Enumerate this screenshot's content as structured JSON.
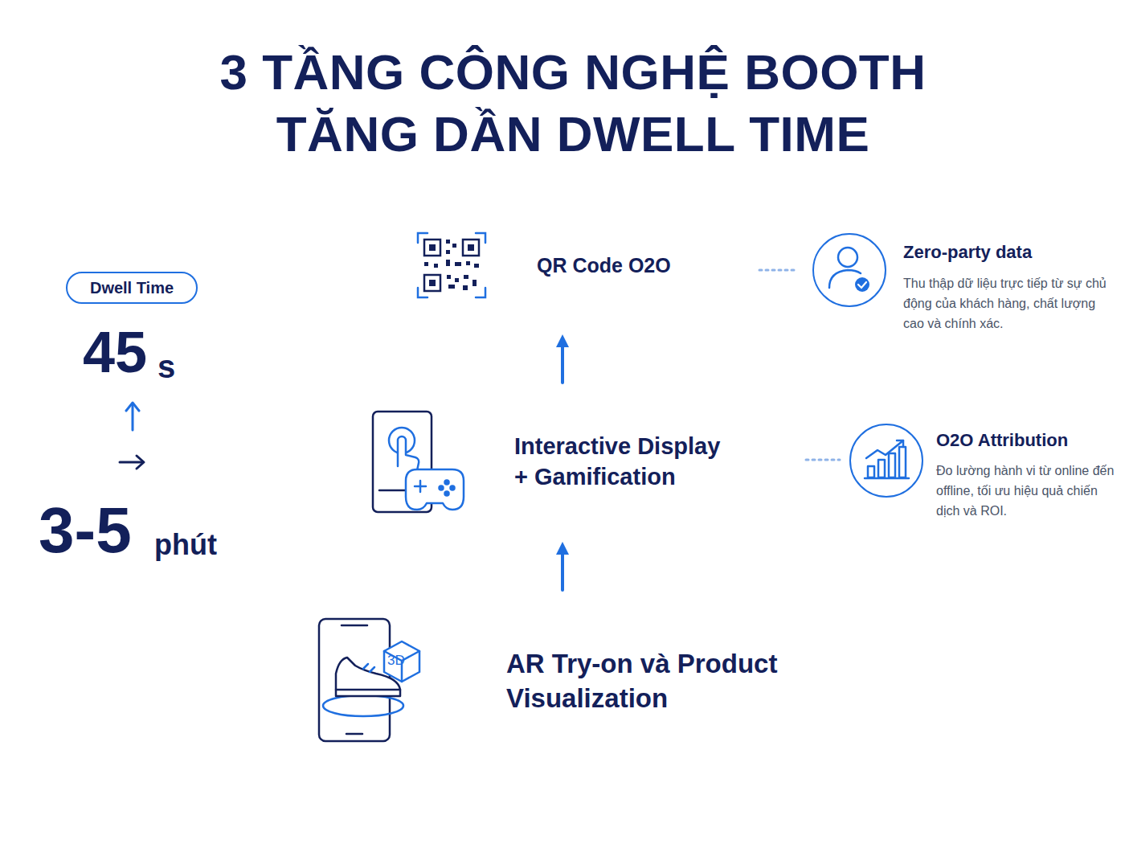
{
  "diagram": {
    "title": "3 TẦNG CÔNG NGHỆ BOOTH TĂNG DẦN DWELL TIME",
    "nodes": [
      {
        "text": [
          "Dwell Time"
        ]
      },
      {
        "text": [
          "QR Code O2O"
        ]
      },
      {
        "text": [
          "Interactive Display + Gamification"
        ]
      },
      {
        "text": [
          "AR Try-on và Product Visualization"
        ]
      }
    ],
    "edges": [
      {
        "from": 3,
        "to": 2,
        "arrow": "to"
      },
      {
        "from": 2,
        "to": 1,
        "arrow": "to"
      }
    ],
    "labels": [
      "45",
      "s",
      "3-5",
      "phút",
      "3D",
      "Zero-party data",
      "Thu thập dữ liệu trực tiếp từ sự chủ động của khách hàng, chất lượng cao và chính xác.",
      "O2O Attribution",
      "Đo lường hành vi từ online đến offline, tối ưu hiệu quả chiến dịch và ROI."
    ]
  }
}
